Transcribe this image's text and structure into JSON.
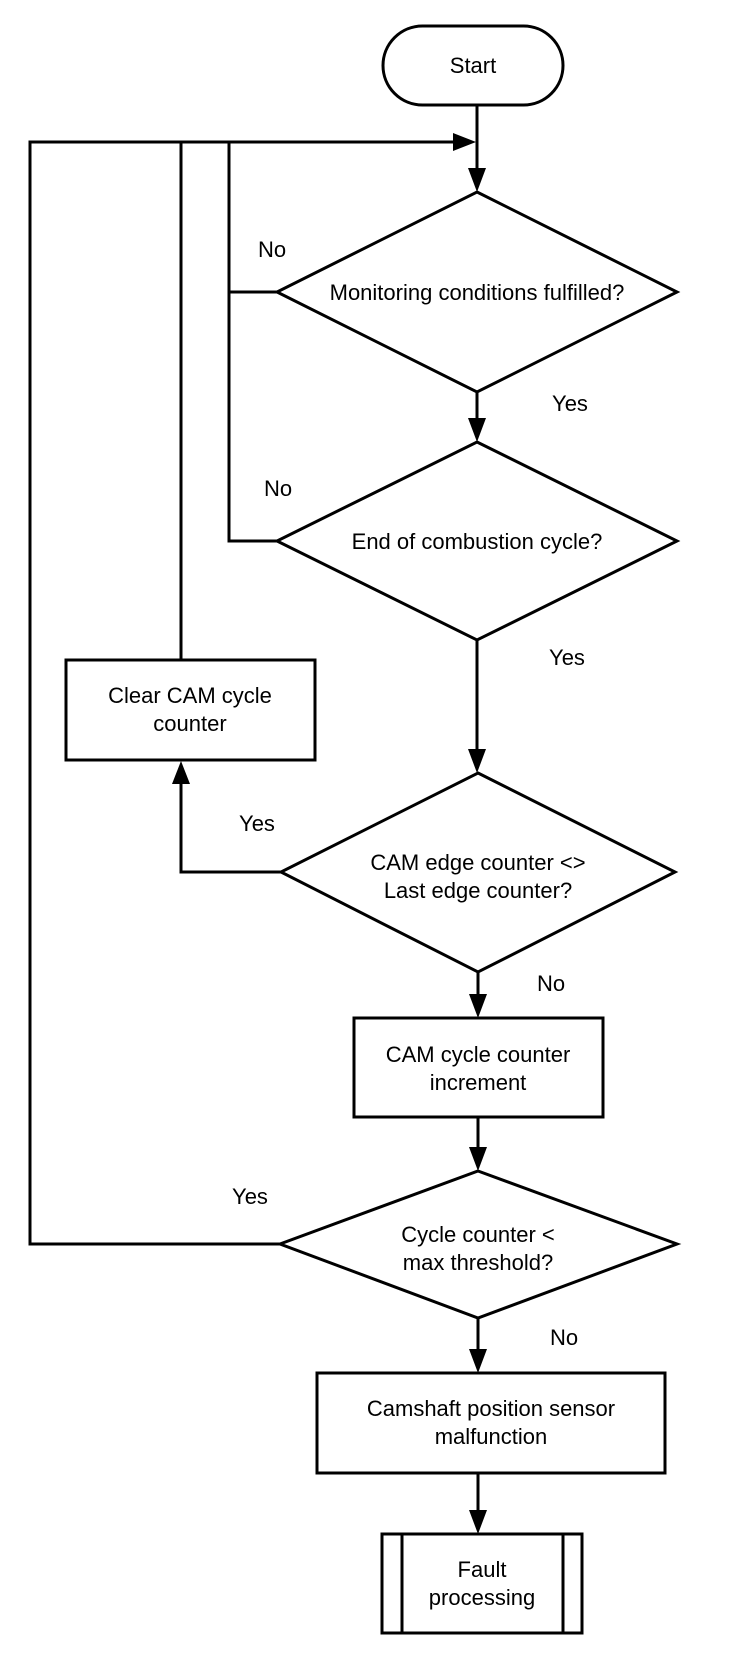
{
  "flowchart": {
    "background_color": "#ffffff",
    "line_color": "#000000",
    "shape_fill_color": "#ffffff",
    "text_color": "#000000",
    "nodes": {
      "start": {
        "type": "terminator",
        "label": "Start"
      },
      "monitoring_conditions": {
        "type": "decision",
        "label": "Monitoring conditions fulfilled?"
      },
      "end_of_combustion_cycle": {
        "type": "decision",
        "label": "End of combustion cycle?"
      },
      "clear_cam_cycle_counter": {
        "type": "process",
        "lines": [
          "Clear CAM cycle",
          "counter"
        ]
      },
      "cam_edge_counter_compare": {
        "type": "decision",
        "lines": [
          "CAM edge counter <>",
          "Last edge counter?"
        ]
      },
      "cam_cycle_counter_increment": {
        "type": "process",
        "lines": [
          "CAM cycle counter",
          "increment"
        ]
      },
      "cycle_counter_threshold": {
        "type": "decision",
        "lines": [
          "Cycle counter <",
          "max threshold?"
        ]
      },
      "camshaft_sensor_malfunction": {
        "type": "process",
        "lines": [
          "Camshaft position sensor",
          "malfunction"
        ]
      },
      "fault_processing": {
        "type": "predefined_process",
        "lines": [
          "Fault",
          "processing"
        ]
      }
    },
    "edge_labels": {
      "monitoring_no": "No",
      "monitoring_yes": "Yes",
      "combustion_no": "No",
      "combustion_yes": "Yes",
      "edge_compare_yes": "Yes",
      "edge_compare_no": "No",
      "threshold_yes": "Yes",
      "threshold_no": "No"
    }
  }
}
